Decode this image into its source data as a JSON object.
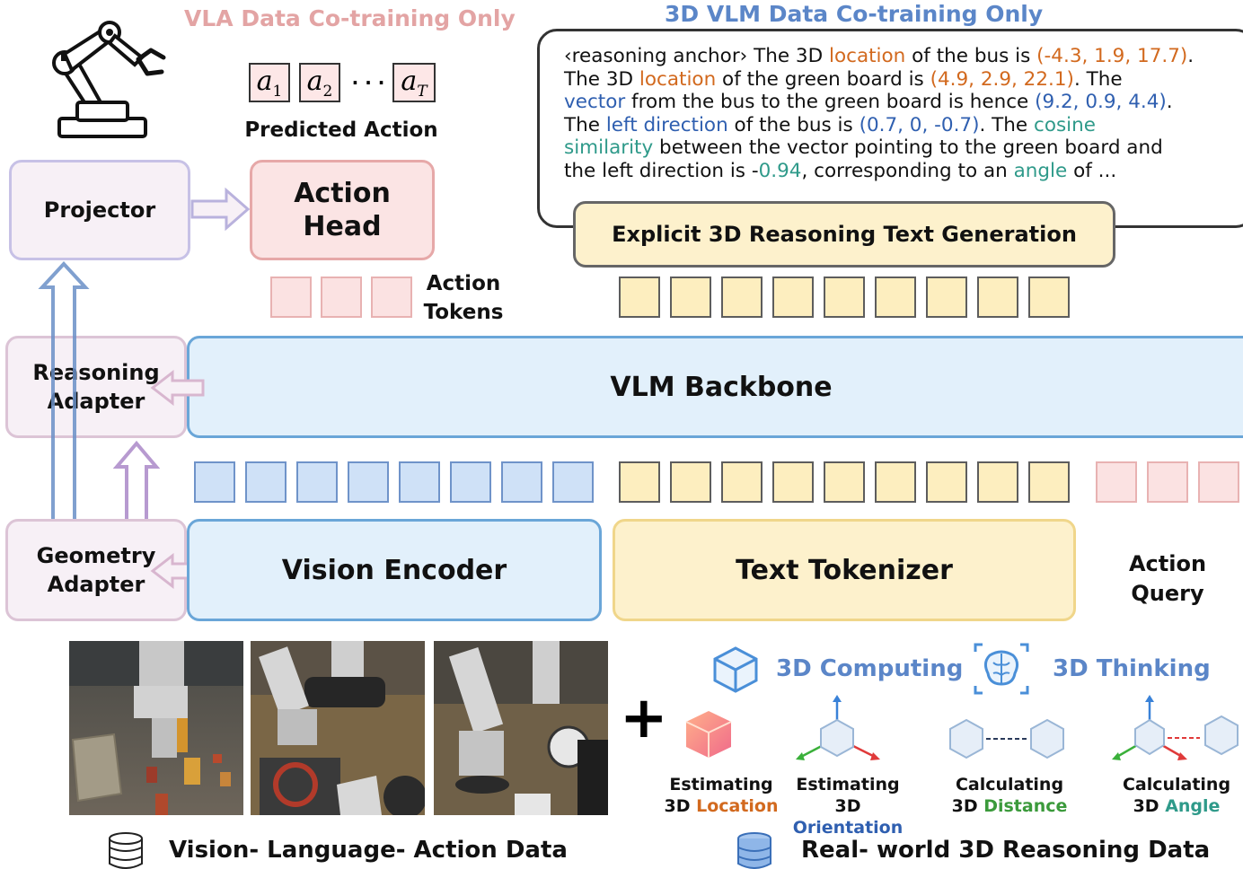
{
  "headers": {
    "vla_only": "VLA Data Co-training Only",
    "vlm_only": "3D VLM Data Co-training Only"
  },
  "action_symbols": {
    "a1": "a",
    "a1_sub": "1",
    "a2": "a",
    "a2_sub": "2",
    "dots": "· · ·",
    "aT": "a",
    "aT_sub": "T"
  },
  "labels": {
    "predicted_action": "Predicted Action",
    "projector": "Projector",
    "action_head_1": "Action",
    "action_head_2": "Head",
    "action_tokens_1": "Action",
    "action_tokens_2": "Tokens",
    "reasoning_adapter_1": "Reasoning",
    "reasoning_adapter_2": "Adapter",
    "vlm_backbone": "VLM Backbone",
    "geometry_adapter_1": "Geometry",
    "geometry_adapter_2": "Adapter",
    "vision_encoder": "Vision Encoder",
    "text_tokenizer": "Text Tokenizer",
    "action_query_1": "Action",
    "action_query_2": "Query",
    "explicit_reasoning": "Explicit 3D Reasoning Text Generation"
  },
  "reasoning_text": {
    "l1_a": "‹reasoning anchor› The 3D ",
    "l1_b": "location",
    "l1_c": " of the bus is ",
    "l1_d": "(-4.3, 1.9, 17.7)",
    "l1_e": ".",
    "l2_a": "The 3D ",
    "l2_b": "location",
    "l2_c": " of the green board is ",
    "l2_d": "(4.9, 2.9, 22.1)",
    "l2_e": ". The",
    "l3_a": "vector",
    "l3_b": " from the bus to the green board is hence ",
    "l3_c": "(9.2, 0.9, 4.4)",
    "l3_d": ".",
    "l4_a": "The ",
    "l4_b": "left direction",
    "l4_c": " of the bus is ",
    "l4_d": "(0.7, 0, -0.7)",
    "l4_e": ". The ",
    "l4_f": "cosine",
    "l5_a": "similarity",
    "l5_b": " between the vector pointing to the green board and",
    "l6_a": "the left direction is -",
    "l6_b": "0.94",
    "l6_c": ", corresponding to an ",
    "l6_d": "angle",
    "l6_e": " of ..."
  },
  "bottom": {
    "plus": "+",
    "computing": "3D Computing",
    "thinking": "3D Thinking",
    "cap1_a": "Estimating",
    "cap1_b": "3D ",
    "cap1_c": "Location",
    "cap2_a": "Estimating",
    "cap2_b": "3D ",
    "cap2_c": "Orientation",
    "cap3_a": "Calculating",
    "cap3_b": "3D ",
    "cap3_c": "Distance",
    "cap4_a": "Calculating",
    "cap4_b": "3D ",
    "cap4_c": "Angle",
    "vla_data": "Vision- Language- Action Data",
    "realworld_data": "Real- world 3D Reasoning Data"
  },
  "icons": [
    "robot-arm-icon",
    "cube-icon",
    "brain-icon",
    "database-icon"
  ],
  "colors": {
    "pink_header": "#e0a0a0",
    "blue_header": "#5b86c8",
    "orange": "#d2691e",
    "blue": "#2f5fb0",
    "teal": "#2f9a8a",
    "green": "#3b9a3b"
  }
}
